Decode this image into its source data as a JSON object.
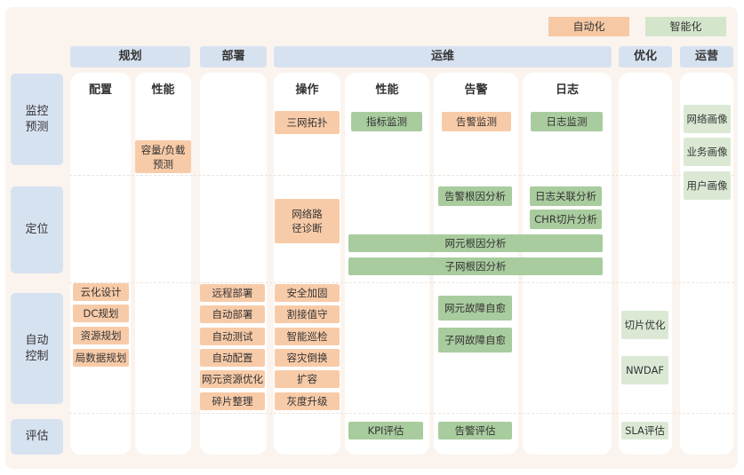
{
  "legend": {
    "auto": "自动化",
    "smart": "智能化"
  },
  "columns": {
    "plan": "规划",
    "deploy": "部署",
    "ops": "运维",
    "optimize": "优化",
    "operate": "运营"
  },
  "subcolumns": {
    "config": "配置",
    "perf_plan": "性能",
    "operation": "操作",
    "perf_ops": "性能",
    "alarm": "告警",
    "log": "日志"
  },
  "rows": {
    "monitor": "监控\n预测",
    "locate": "定位",
    "control": "自动\n控制",
    "evaluate": "评估"
  },
  "boxes": {
    "capacity": "容量/负载\n预测",
    "three_net": "三网拓扑",
    "metric_mon": "指标监测",
    "alarm_mon": "告警监测",
    "log_mon": "日志监测",
    "net_portrait": "网络画像",
    "biz_portrait": "业务画像",
    "user_portrait": "用户画像",
    "path_diag": "网络路\n径诊断",
    "alarm_root": "告警根因分析",
    "log_corr": "日志关联分析",
    "chr_slice": "CHR切片分析",
    "ne_root": "网元根因分析",
    "subnet_root": "子网根因分析",
    "cloud_design": "云化设计",
    "dc_plan": "DC规划",
    "res_plan": "资源规划",
    "local_data_plan": "局数据规划",
    "remote_deploy": "远程部署",
    "auto_deploy": "自动部署",
    "auto_test": "自动测试",
    "auto_config": "自动配置",
    "ne_res_opt": "网元资源优化",
    "defrag": "碎片整理",
    "sec_harden": "安全加固",
    "cut_over": "割接值守",
    "smart_patrol": "智能巡检",
    "dr_switch": "容灾倒换",
    "scale_out": "扩容",
    "gray_upgrade": "灰度升级",
    "ne_self_heal": "网元故障自愈",
    "subnet_self_heal": "子网故障自愈",
    "slice_opt": "切片优化",
    "nwdaf": "NWDAF",
    "kpi_eval": "KPI评估",
    "alarm_eval": "告警评估",
    "sla_eval": "SLA评估"
  }
}
